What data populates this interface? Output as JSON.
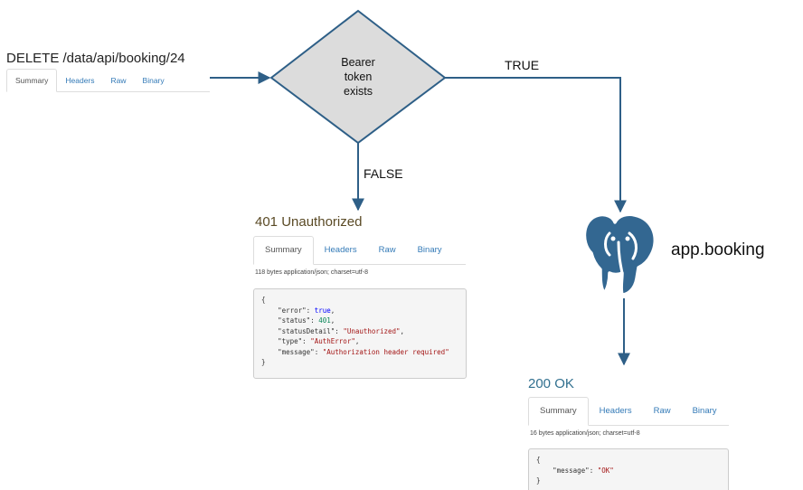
{
  "request": {
    "method_path": "DELETE /data/api/booking/24",
    "tabs": [
      "Summary",
      "Headers",
      "Raw",
      "Binary"
    ],
    "active_tab": "Summary"
  },
  "decision": {
    "line1": "Bearer",
    "line2": "token",
    "line3": "exists",
    "true_label": "TRUE",
    "false_label": "FALSE"
  },
  "database": {
    "icon": "postgresql-elephant-icon",
    "label": "app.booking"
  },
  "unauthorized": {
    "status": "401 Unauthorized",
    "tabs": [
      "Summary",
      "Headers",
      "Raw",
      "Binary"
    ],
    "meta": "118 bytes application/json; charset=utf-8",
    "body": {
      "open": "{",
      "close": "}",
      "lines": [
        {
          "key": "\"error\"",
          "value": "true",
          "kind": "b",
          "comma": ","
        },
        {
          "key": "\"status\"",
          "value": "401",
          "kind": "n",
          "comma": ","
        },
        {
          "key": "\"statusDetail\"",
          "value": "\"Unauthorized\"",
          "kind": "s",
          "comma": ","
        },
        {
          "key": "\"type\"",
          "value": "\"AuthError\"",
          "kind": "s",
          "comma": ","
        },
        {
          "key": "\"message\"",
          "value": "\"Authorization header required\"",
          "kind": "s",
          "comma": ""
        }
      ]
    }
  },
  "ok": {
    "status": "200 OK",
    "tabs": [
      "Summary",
      "Headers",
      "Raw",
      "Binary"
    ],
    "meta": "16 bytes application/json; charset=utf-8",
    "body": {
      "open": "{",
      "close": "}",
      "lines": [
        {
          "key": "\"message\"",
          "value": "\"OK\"",
          "kind": "s",
          "comma": ""
        }
      ]
    }
  },
  "colors": {
    "arrow": "#2e5f87",
    "diamond_fill": "#dcdcdc",
    "diamond_stroke": "#2e5f87",
    "elephant_fill": "#336791",
    "link": "#337ab7"
  }
}
